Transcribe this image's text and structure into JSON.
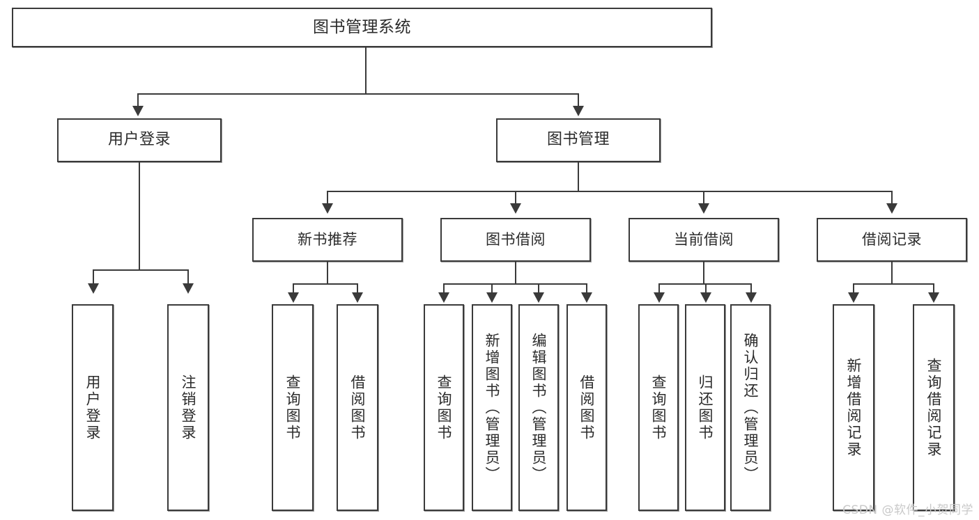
{
  "diagram": {
    "type": "tree-hierarchy-chart",
    "title": "图书管理系统",
    "watermark": "CSDN @软件_小贺同学",
    "colors": {
      "stroke": "#3a3a3a",
      "fill": "#ffffff",
      "text": "#2b2b2b",
      "watermark": "#c9c9c9"
    },
    "root": {
      "label": "图书管理系统"
    },
    "level2": [
      {
        "label": "用户登录"
      },
      {
        "label": "图书管理"
      }
    ],
    "level3": [
      {
        "label": "新书推荐"
      },
      {
        "label": "图书借阅"
      },
      {
        "label": "当前借阅"
      },
      {
        "label": "借阅记录"
      }
    ],
    "leaves": {
      "user_login": [
        {
          "label": "用户登录"
        },
        {
          "label": "注销登录"
        }
      ],
      "new_book_recommend": [
        {
          "label": "查询图书"
        },
        {
          "label": "借阅图书"
        }
      ],
      "book_borrow": [
        {
          "label": "查询图书"
        },
        {
          "label": "新增图书（管理员）"
        },
        {
          "label": "编辑图书（管理员）"
        },
        {
          "label": "借阅图书"
        }
      ],
      "current_borrow": [
        {
          "label": "查询图书"
        },
        {
          "label": "归还图书"
        },
        {
          "label": "确认归还（管理员）"
        }
      ],
      "borrow_record": [
        {
          "label": "新增借阅记录"
        },
        {
          "label": "查询借阅记录"
        }
      ]
    }
  }
}
